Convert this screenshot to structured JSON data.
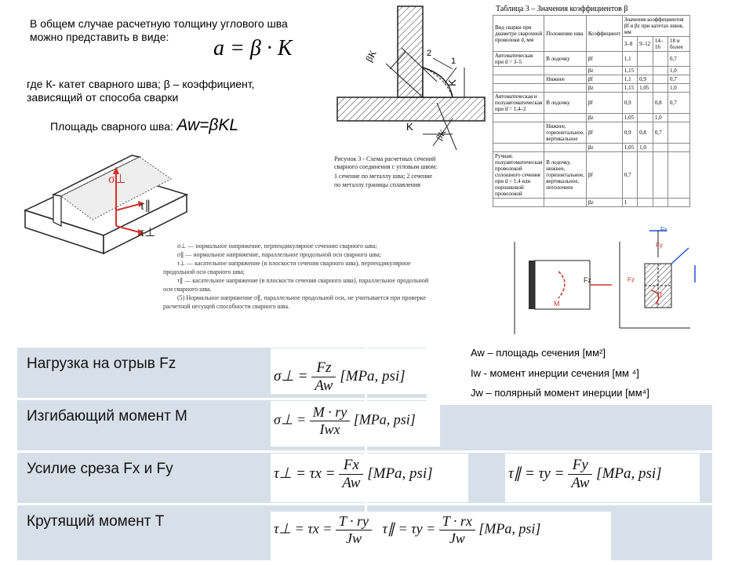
{
  "intro": {
    "line1": "В общем случае расчетную толщину углового шва",
    "line2": "можно представить в виде:",
    "formula_main": "a = β · K",
    "where_line1": "где К- катет сварного шва; β – коэффициент,",
    "where_line2": "зависящий от способа сварки",
    "area_label": "Площадь сварного шва:",
    "area_formula": "Aw=βKL"
  },
  "weld_diagram": {
    "label_bk": "βK",
    "label_k": "K",
    "label_2": "2",
    "label_1": "1",
    "caption_line1": "Рисунок 3 - Схема расчетных сечений",
    "caption_line2": "сварного соединения с угловым швом:",
    "caption_line3": "1   сечение по металлу шва; 2   сечение",
    "caption_line4": "по металлу границы сплавления"
  },
  "coef_table": {
    "title": "Таблица 3 – Значения коэффициентов β",
    "header_kind": "Вид сварки при диаметре сварочной проволоки d, мм",
    "header_pos": "Положение шва",
    "header_coef": "Коэффициент",
    "header_values": "Значения коэффициентов βf и βz при катетах швов, мм",
    "header_cols": [
      "3–8",
      "9–12",
      "14–16",
      "18 и более"
    ],
    "rows": [
      {
        "kind": "Автоматическая при d = 3–5",
        "pos": "В лодочку",
        "coef": "βf",
        "vals": [
          "1,1",
          "",
          "",
          "0,7"
        ]
      },
      {
        "kind": "",
        "pos": "",
        "coef": "βz",
        "vals": [
          "1,15",
          "",
          "",
          "1,0"
        ]
      },
      {
        "kind": "",
        "pos": "Нижнее",
        "coef": "βf",
        "vals": [
          "1,1",
          "0,9",
          "",
          "0,7"
        ]
      },
      {
        "kind": "",
        "pos": "",
        "coef": "βz",
        "vals": [
          "1,15",
          "1,05",
          "",
          "1,0"
        ]
      },
      {
        "kind": "Автоматическая и полуавтоматическая при d = 1,4–2",
        "pos": "В лодочку",
        "coef": "βf",
        "vals": [
          "0,9",
          "",
          "0,8",
          "0,7"
        ]
      },
      {
        "kind": "",
        "pos": "",
        "coef": "βz",
        "vals": [
          "1,05",
          "",
          "1,0",
          ""
        ]
      },
      {
        "kind": "",
        "pos": "Нижнее, горизонтальное, вертикальное",
        "coef": "βf",
        "vals": [
          "0,9",
          "0,8",
          "0,7",
          ""
        ]
      },
      {
        "kind": "",
        "pos": "",
        "coef": "βz",
        "vals": [
          "1,05",
          "1,0",
          "",
          ""
        ]
      },
      {
        "kind": "Ручная; полуавтоматическая проволокой сплошного сечения при d < 1,4 или порошковой проволокой",
        "pos": "В лодочку, нижнее, горизонтальное, вертикальное, потолочное",
        "coef": "βf",
        "vals": [
          "0,7",
          "",
          "",
          ""
        ]
      },
      {
        "kind": "",
        "pos": "",
        "coef": "βz",
        "vals": [
          "1",
          "",
          "",
          ""
        ]
      }
    ]
  },
  "stress_diagram": {
    "sigma": "σ⊥",
    "tau_par": "τ∥",
    "tau_perp": "τ⊥"
  },
  "stress_legend": [
    "σ⊥ — нормальное напряжение, перпендикулярное сечению сварного шва;",
    "σ∥ — нормальное напряжение, параллельное продольной оси сварного шва;",
    "τ⊥ — касательное напряжение (в плоскости сечения сварного шва), перпендикулярное",
    "продольной оси сварного шва;",
    "τ∥ — касательное напряжение (в плоскости сечения сварного шва), параллельное продольной",
    "оси сварного шва.",
    "(5) Нормальное напряжение σ∥, параллельное продольной оси, не учитывается при проверке",
    "расчетной несущей способности сварного шва."
  ],
  "load_diagram": {
    "fz": "Fz",
    "m": "M",
    "fx": "Fx",
    "fy": "Fy",
    "fz_right": "Fz",
    "t": "T"
  },
  "notes": {
    "aw": "Aw – площадь сечения [мм²]",
    "iw": "Iw -  момент инерции сечения [мм ⁴]",
    "jw": "Jw – полярный момент инерции [мм⁴]"
  },
  "rows": [
    {
      "label": "Нагрузка на отрыв Fz"
    },
    {
      "label": "Изгибающий момент М"
    },
    {
      "label": "Усилие среза Fx и Fy"
    },
    {
      "label": "Крутящий момент Т"
    }
  ],
  "formulas": {
    "f1_lhs": "σ⊥ =",
    "f1_num": "Fz",
    "f1_den": "Aw",
    "f2_lhs": "σ⊥ =",
    "f2_num": "M · ry",
    "f2_den": "Iwx",
    "f3a_lhs": "τ⊥ = τx =",
    "f3a_num": "Fx",
    "f3a_den": "Aw",
    "f3b_lhs": "τ∥ = τy =",
    "f3b_num": "Fy",
    "f3b_den": "Aw",
    "f4a_lhs": "τ⊥ = τx =",
    "f4a_num": "T · ry",
    "f4a_den": "Jw",
    "f4b_lhs": "τ∥ = τy =",
    "f4b_num": "T · rx",
    "f4b_den": "Jw",
    "unit": "[MPa, psi]"
  },
  "colors": {
    "row_bg": "#d7e0e9",
    "red": "#d0342c",
    "blue": "#2255cc"
  }
}
